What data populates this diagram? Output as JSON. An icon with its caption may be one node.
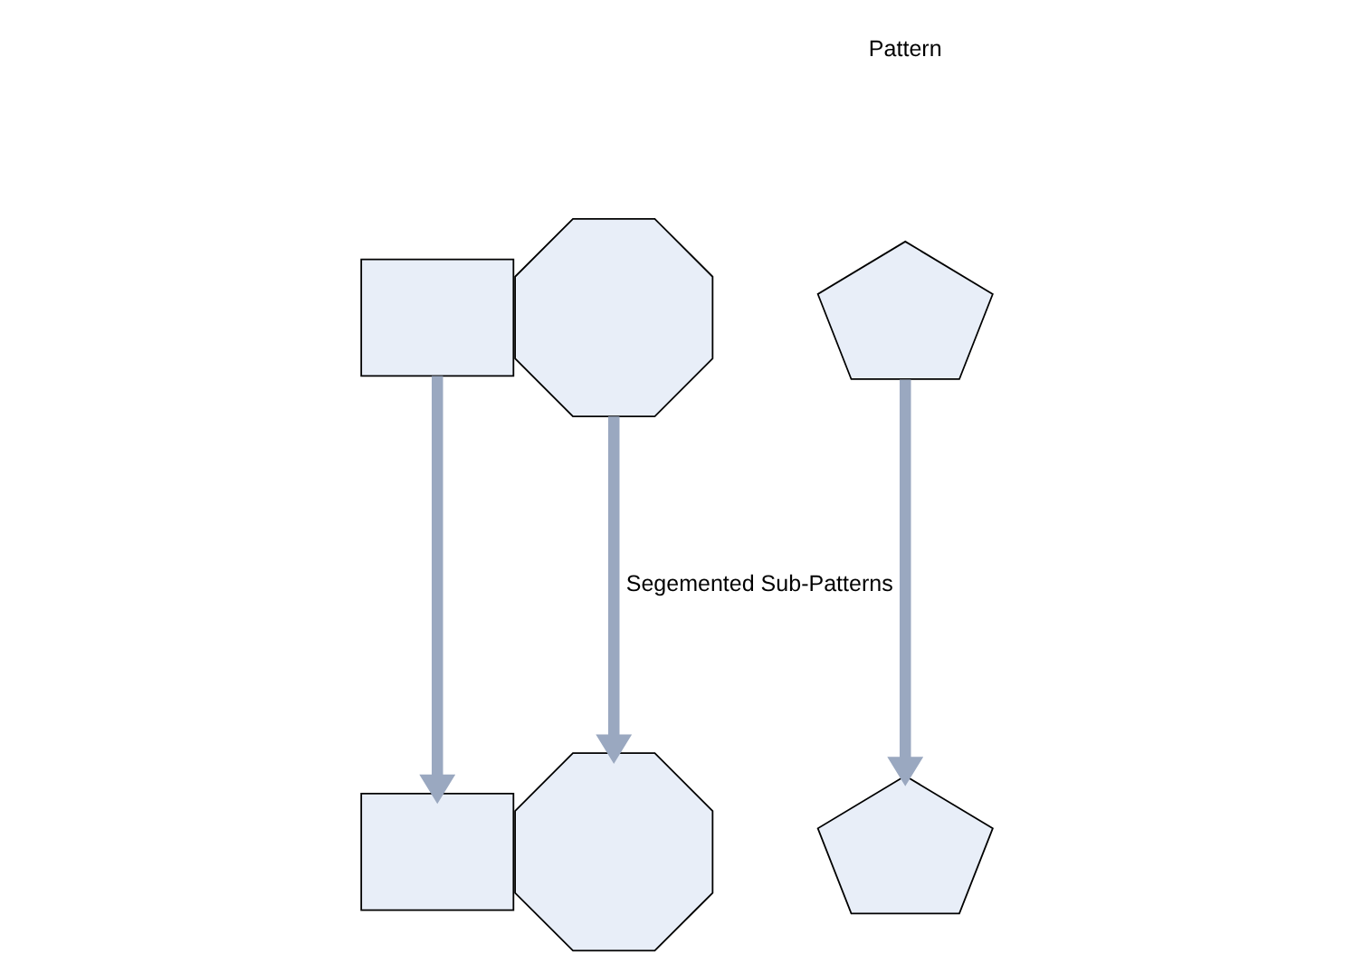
{
  "diagram": {
    "nodes": [
      {
        "text": [],
        "shape": "box"
      },
      {
        "text": [],
        "shape": "octagon"
      },
      {
        "text": [],
        "shape": "pentagon"
      },
      {
        "text": [],
        "shape": "box"
      },
      {
        "text": [],
        "shape": "octagon"
      },
      {
        "text": [],
        "shape": "pentagon"
      }
    ],
    "edges": [
      {
        "from": 0,
        "to": 3,
        "arrow": "to"
      },
      {
        "from": 1,
        "to": 4,
        "arrow": "to"
      },
      {
        "from": 2,
        "to": 5,
        "arrow": "to"
      }
    ],
    "labels": [
      "Pattern",
      "Segemented Sub-Patterns"
    ]
  }
}
